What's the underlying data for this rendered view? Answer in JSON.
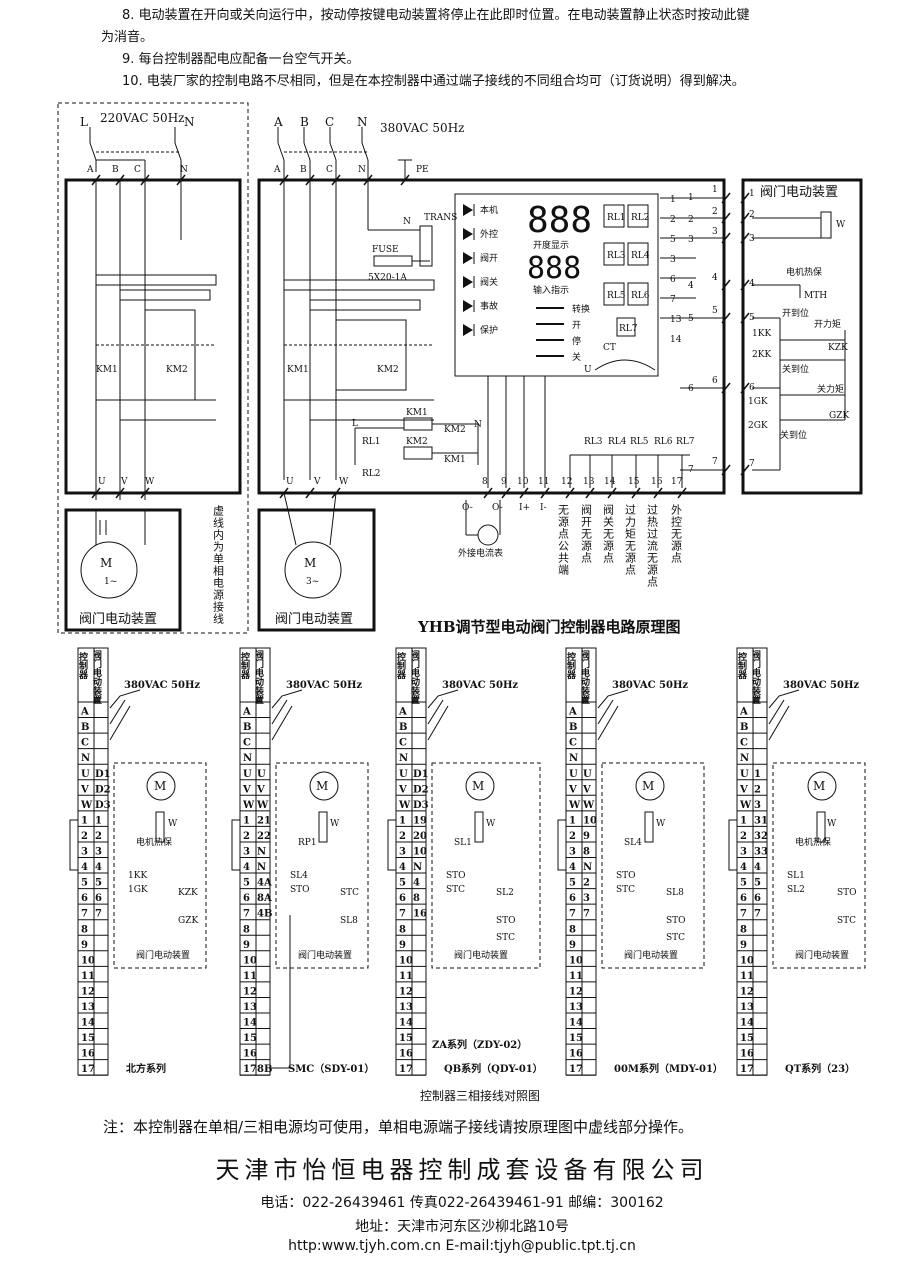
{
  "intro": {
    "p8_a": "8. 电动装置在开向或关向运行中，按动停按键电动装置将停止在此即时位置。在电动装置静止状态时按动此键",
    "p8_b": "为消音。",
    "p9": "9. 每台控制器配电应配备一台空气开关。",
    "p10": "10. 电装厂家的控制电路不尽相同，但是在本控制器中通过端子接线的不同组合均可（订货说明）得到解决。"
  },
  "schematic": {
    "title": "YHB调节型电动阀门控制器电路原理图",
    "single_phase": {
      "supply": "220VAC 50Hz",
      "line": [
        "L",
        "N"
      ],
      "terminals": [
        "A",
        "B",
        "C",
        "N"
      ],
      "outputs": [
        "U",
        "V",
        "W"
      ],
      "contactors": [
        "KM1",
        "KM2"
      ],
      "motor": "M",
      "motor_type": "1~",
      "device_label": "阀门电动装置",
      "dashed_note": "虚线内为单相电源接线"
    },
    "three_phase": {
      "supply": "380VAC 50Hz",
      "line": [
        "A",
        "B",
        "C",
        "N"
      ],
      "terminals": [
        "A",
        "B",
        "C",
        "N"
      ],
      "pe": "PE",
      "outputs": [
        "U",
        "V",
        "W"
      ],
      "contactors": [
        "KM1",
        "KM2"
      ],
      "motor": "M",
      "motor_type": "3~",
      "device_label": "阀门电动装置"
    },
    "control": {
      "trans": "TRANS",
      "n": "N",
      "fuse": "FUSE",
      "fuse_spec": "5X20-1A",
      "relays": [
        "RL1",
        "RL2",
        "RL3",
        "RL4",
        "RL5",
        "RL6",
        "RL7"
      ],
      "ct": "CT",
      "u": "U",
      "display_digits": "888",
      "display_label": "开度显示",
      "input_label": "输入指示",
      "leds": [
        "本机",
        "外控",
        "阀开",
        "阀关",
        "事故",
        "保护"
      ],
      "buttons": [
        "转换",
        "开",
        "停",
        "关"
      ],
      "coil_labels": [
        "L",
        "RL1",
        "KM1",
        "KM2",
        "N",
        "RL2",
        "KM2",
        "KM1"
      ],
      "right_terminal_nums": [
        "1",
        "2",
        "5",
        "3",
        "6",
        "7",
        "13",
        "14"
      ],
      "bottom_terminals": [
        "8",
        "9",
        "10",
        "11",
        "12",
        "13",
        "14",
        "15",
        "16",
        "17"
      ],
      "bottom_marks": [
        "O-",
        "O-",
        "I+",
        "I-"
      ],
      "meter_label": "外接电流表",
      "relay_row": [
        "RL3",
        "RL4",
        "RL5",
        "RL6",
        "RL7"
      ],
      "bottom_notes": [
        "无源点公共端",
        "阀开无源点",
        "阀关无源点",
        "过力矩无源点",
        "过热过流无源点",
        "外控无源点"
      ]
    },
    "valve_device": {
      "title": "阀门电动装置",
      "w": "W",
      "thermal": "电机热保",
      "mth": "MTH",
      "terminal_nums": [
        "1",
        "2",
        "3",
        "4",
        "5",
        "6",
        "7"
      ],
      "labels": [
        "开到位",
        "1KK",
        "开力矩",
        "2KK",
        "KZK",
        "关到位",
        "1GK",
        "关力矩",
        "2GK",
        "关到位",
        "GZK"
      ]
    }
  },
  "wiring": {
    "title": "控制器三相接线对照图",
    "header_ctrl": "控制器",
    "header_dev": "阀门电动装置",
    "supply": "380VAC 50Hz",
    "ctrl_terms": [
      "A",
      "B",
      "C",
      "N",
      "U",
      "V",
      "W",
      "1",
      "2",
      "3",
      "4",
      "5",
      "6",
      "7",
      "8",
      "9",
      "10",
      "11",
      "12",
      "13",
      "14",
      "15",
      "16",
      "17"
    ],
    "device_label": "阀门电动装置",
    "motor": "M",
    "w": "W",
    "series": [
      {
        "name": "北方系列",
        "dev": [
          "",
          "",
          "",
          "",
          "D1",
          "D2",
          "D3",
          "1",
          "2",
          "3",
          "4",
          "5",
          "6",
          "7",
          "",
          "",
          "",
          "",
          "",
          "",
          "",
          "",
          "",
          ""
        ],
        "labels": [
          "电机热保",
          "1KK",
          "1GK",
          "KZK",
          "GZK"
        ]
      },
      {
        "name": "SMC（SDY-01）",
        "dev": [
          "",
          "",
          "",
          "",
          "U",
          "V",
          "W",
          "21",
          "22",
          "N",
          "N",
          "4A",
          "8A",
          "4B",
          "",
          "",
          "",
          "",
          "",
          "",
          "",
          "",
          "",
          "8B"
        ],
        "labels": [
          "RP1",
          "SL4",
          "STO",
          "STC",
          "SL8"
        ]
      },
      {
        "name": "QB系列（QDY-01）",
        "sub": "ZA系列（ZDY-02）",
        "dev": [
          "",
          "",
          "",
          "",
          "D1",
          "D2",
          "D3",
          "19",
          "20",
          "10",
          "N",
          "4",
          "8",
          "16",
          "",
          "",
          "",
          "",
          "",
          "",
          "",
          "",
          "",
          ""
        ],
        "labels": [
          "SL1",
          "STO",
          "STC",
          "SL2",
          "STO",
          "STC"
        ]
      },
      {
        "name": "00M系列（MDY-01）",
        "dev": [
          "",
          "",
          "",
          "",
          "U",
          "V",
          "W",
          "10",
          "9",
          "8",
          "N",
          "2",
          "3",
          "7",
          "",
          "",
          "",
          "",
          "",
          "",
          "",
          "",
          "",
          ""
        ],
        "labels": [
          "SL4",
          "STO",
          "STC",
          "SL8",
          "STO",
          "STC"
        ]
      },
      {
        "name": "QT系列（23）",
        "dev": [
          "",
          "",
          "",
          "",
          "1",
          "2",
          "3",
          "31",
          "32",
          "33",
          "4",
          "5",
          "6",
          "7",
          "",
          "",
          "",
          "",
          "",
          "",
          "",
          "",
          "",
          ""
        ],
        "labels": [
          "电机热保",
          "SL1",
          "SL2",
          "STO",
          "STC"
        ]
      }
    ]
  },
  "footer": {
    "note": "注：本控制器在单相/三相电源均可使用，单相电源端子接线请按原理图中虚线部分操作。",
    "company": "天津市怡恒电器控制成套设备有限公司",
    "contact": "电话：022-26439461   传真022-26439461-91    邮编：300162",
    "address": "地址：天津市河东区沙柳北路10号",
    "web": "http:www.tjyh.com.cn    E-mail:tjyh@public.tpt.tj.cn"
  }
}
